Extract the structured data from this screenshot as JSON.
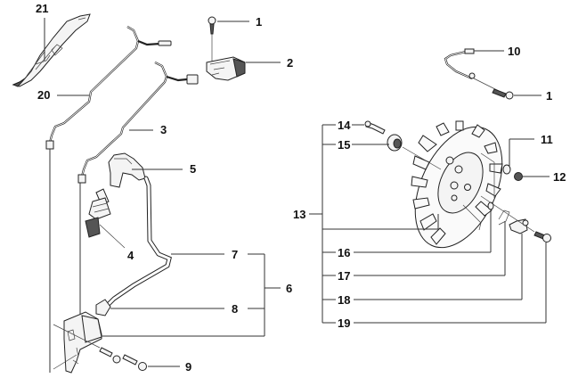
{
  "diagram": {
    "type": "exploded-parts-diagram",
    "subject": "ignition system and flywheel",
    "labels": {
      "l1a": "1",
      "l1b": "1",
      "l2": "2",
      "l3": "3",
      "l4": "4",
      "l5": "5",
      "l6": "6",
      "l7": "7",
      "l8": "8",
      "l9": "9",
      "l10": "10",
      "l11": "11",
      "l12": "12",
      "l13": "13",
      "l14": "14",
      "l15": "15",
      "l16": "16",
      "l17": "17",
      "l18": "18",
      "l19": "19",
      "l20": "20",
      "l21": "21"
    },
    "parts": [
      {
        "ref": "1",
        "name": "screw"
      },
      {
        "ref": "2",
        "name": "switch"
      },
      {
        "ref": "3",
        "name": "short-circuit cable"
      },
      {
        "ref": "4",
        "name": "spark plug"
      },
      {
        "ref": "5",
        "name": "spark plug cap"
      },
      {
        "ref": "6",
        "name": "ignition module assembly"
      },
      {
        "ref": "7",
        "name": "ignition cable"
      },
      {
        "ref": "8",
        "name": "ignition coil"
      },
      {
        "ref": "9",
        "name": "screw"
      },
      {
        "ref": "10",
        "name": "ground cable"
      },
      {
        "ref": "11",
        "name": "washer"
      },
      {
        "ref": "12",
        "name": "nut"
      },
      {
        "ref": "13",
        "name": "flywheel assembly"
      },
      {
        "ref": "14",
        "name": "pin"
      },
      {
        "ref": "15",
        "name": "bushing"
      },
      {
        "ref": "16",
        "name": "washer"
      },
      {
        "ref": "17",
        "name": "spring"
      },
      {
        "ref": "18",
        "name": "pawl"
      },
      {
        "ref": "19",
        "name": "screw"
      },
      {
        "ref": "20",
        "name": "short-circuit cable"
      },
      {
        "ref": "21",
        "name": "throttle trigger"
      }
    ]
  }
}
